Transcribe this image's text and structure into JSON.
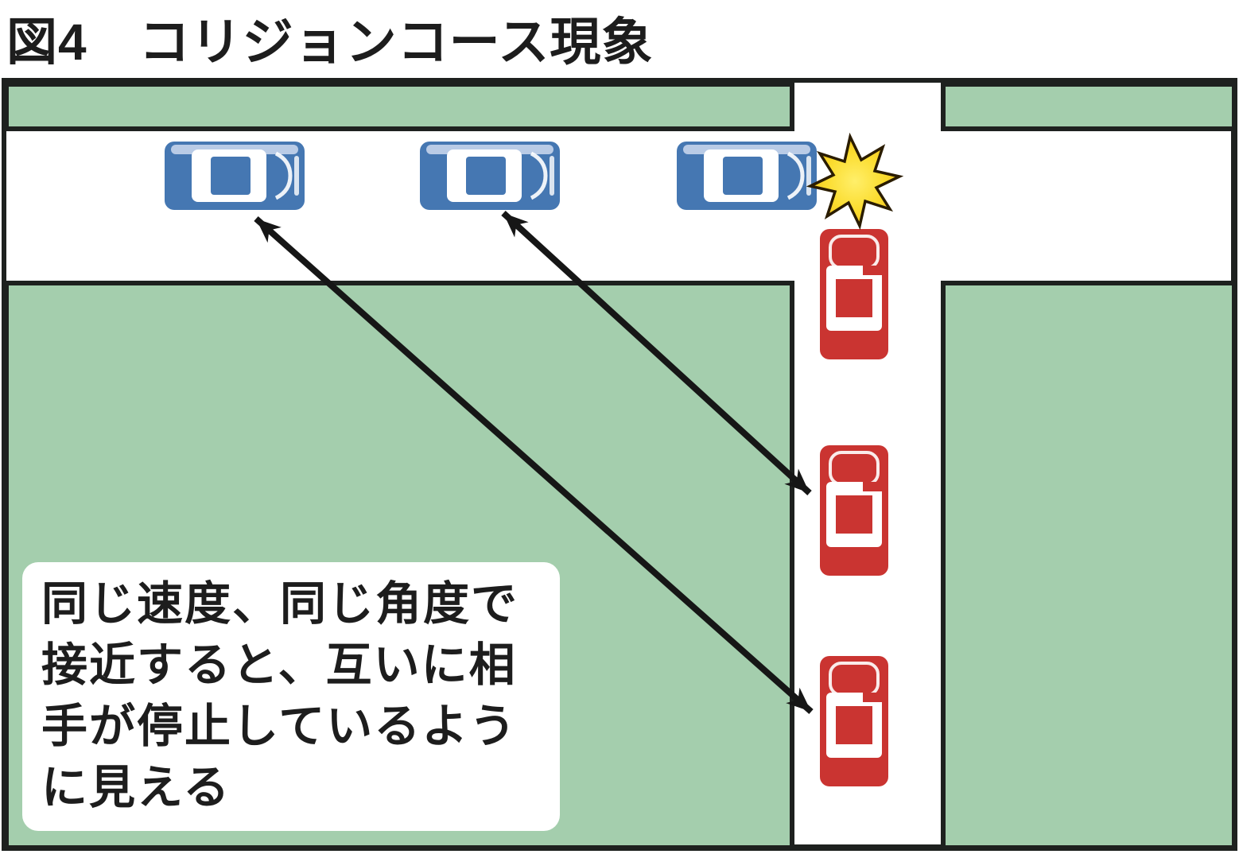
{
  "title": "図4　コリジョンコース現象",
  "callout": {
    "lines": [
      "同じ速度、同じ角度で",
      "接近すると、互いに相",
      "手が停止しているよう",
      "に見える"
    ]
  },
  "elements": {
    "blue_car_icon": "blue car seen from above, heading right (3 cars on horizontal road)",
    "red_car_icon": "red car seen from above, heading up (3 cars on vertical road)",
    "collision_star_icon": "yellow collision burst at the intersection",
    "sight_line_arrow": "black double-headed arrow linking matching car positions"
  },
  "colors": {
    "grass": "#a4cead",
    "road": "#ffffff",
    "line": "#1e211f",
    "blue_car": "#4577b2",
    "blue_light": "#b9cbe6",
    "red_car": "#ca3431",
    "star_center": "#ffef6a",
    "star_mid": "#fbdc2e",
    "star_edge": "#eeb91c",
    "star_outline": "#2a1c00",
    "arrow": "#161616",
    "text": "#1d1d1d",
    "box_bg": "#ffffff"
  }
}
